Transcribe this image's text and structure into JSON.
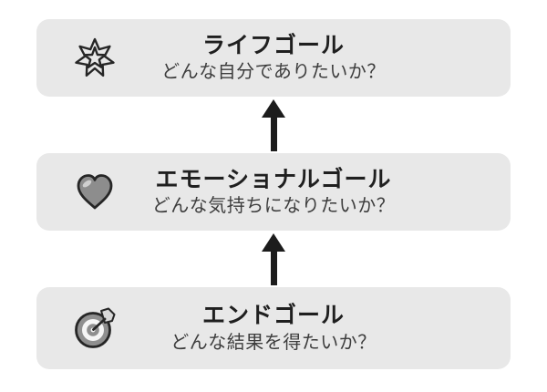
{
  "diagram": {
    "type": "vertical-goal-hierarchy",
    "boxes": [
      {
        "id": "life-goal",
        "icon": "starburst-icon",
        "title": "ライフゴール",
        "subtitle": "どんな自分でありたいか？"
      },
      {
        "id": "emotional-goal",
        "icon": "heart-icon",
        "title": "エモーショナルゴール",
        "subtitle": "どんな気持ちになりたいか？"
      },
      {
        "id": "end-goal",
        "icon": "target-icon",
        "title": "エンドゴール",
        "subtitle": "どんな結果を得たいか？"
      }
    ],
    "arrows": [
      {
        "from": "エモーショナルゴール",
        "to": "ライフゴール",
        "direction": "up"
      },
      {
        "from": "エンドゴール",
        "to": "エモーショナルゴール",
        "direction": "up"
      }
    ]
  },
  "colors": {
    "background": "#ffffff",
    "box_bg": "#e8e8e8",
    "title_text": "#1f1f1f",
    "subtitle_text": "#3d3d3d",
    "arrow": "#1c1c1c",
    "icon_stroke": "#262626",
    "heart_fill": "#8d8d8d",
    "heart_highlight": "#cfcfcf",
    "target_fill": "#8f8f8f",
    "dart_fletching": "#d8d8d8"
  }
}
